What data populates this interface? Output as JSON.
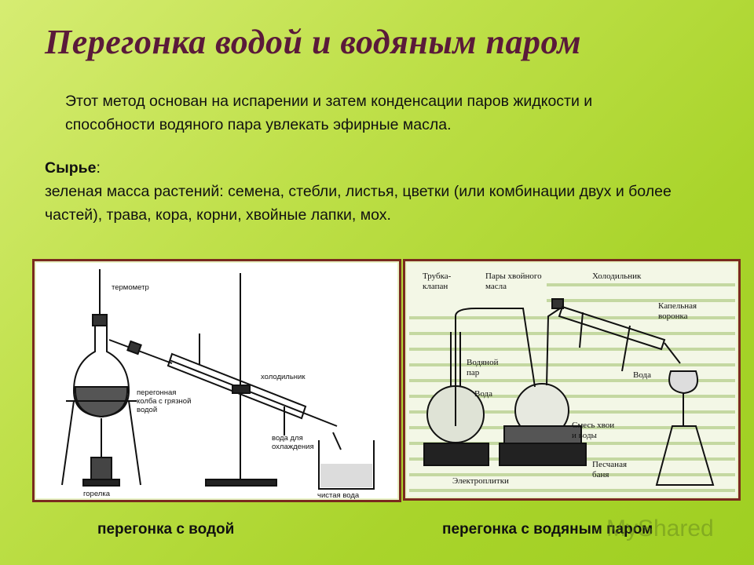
{
  "title": "Перегонка водой и водяным паром",
  "intro": "Этот метод основан на испарении и затем конденсации паров жидкости и способности водяного пара увлекать эфирные масла.",
  "raw_material": {
    "heading": "Сырье",
    "text": "зеленая масса растений: семена, стебли, листья, цветки (или комбинации двух и более частей), трава, кора, корни, хвойные лапки, мох."
  },
  "figure_left": {
    "labels": {
      "thermometer": "термометр",
      "condenser": "холодильник",
      "flask_1": "перегонная",
      "flask_2": "колба с грязной",
      "flask_3": "водой",
      "cooling_1": "вода для",
      "cooling_2": "охлаждения",
      "burner": "горелка",
      "clean_water": "чистая вода"
    },
    "caption": "перегонка с водой"
  },
  "figure_right": {
    "labels": {
      "tube_1": "Трубка-",
      "tube_2": "клапан",
      "vapors_1": "Пары хвойного",
      "vapors_2": "масла",
      "condenser": "Холодильник",
      "funnel_1": "Капельная",
      "funnel_2": "воронка",
      "steam_1": "Водяной",
      "steam_2": "пар",
      "water_a": "Вода",
      "water_b": "Вода",
      "mix_1": "Смесь хвои",
      "mix_2": "и воды",
      "sand_1": "Песчаная",
      "sand_2": "баня",
      "hotplates": "Электроплитки"
    },
    "caption": "перегонка с водяным паром"
  },
  "watermark": "MyShared"
}
